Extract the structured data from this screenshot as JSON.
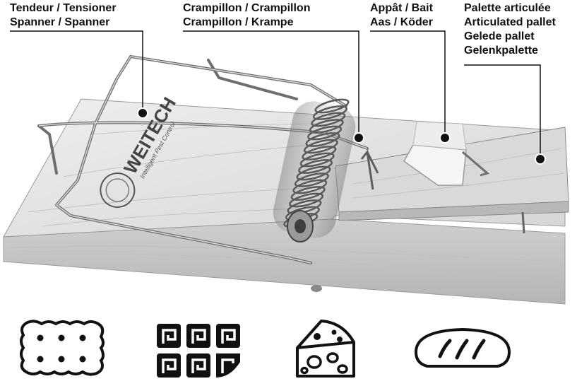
{
  "labels": {
    "tensioner": {
      "lines": [
        "Tendeur / Tensioner",
        "Spanner / Spanner"
      ]
    },
    "staple": {
      "lines": [
        "Crampillon / Crampillon",
        "Crampillon / Krampe"
      ]
    },
    "bait": {
      "lines": [
        "Appât / Bait",
        "Aas / Köder"
      ]
    },
    "pallet": {
      "lines": [
        "Palette articulée",
        "Articulated pallet",
        "Gelede pallet",
        "Gelenkpalette"
      ]
    }
  },
  "brand": {
    "name": "WEITECH",
    "tagline": "Intelligent Pest Control"
  },
  "bait_icons": [
    {
      "name": "biscuit-icon"
    },
    {
      "name": "cereal-icon"
    },
    {
      "name": "cheese-icon"
    },
    {
      "name": "bread-icon"
    }
  ],
  "colors": {
    "wood_light": "#e6e6e6",
    "wood_mid": "#cfcfcf",
    "wood_dark": "#a8a8a8",
    "metal": "#7a7a7a",
    "ink": "#111111"
  }
}
